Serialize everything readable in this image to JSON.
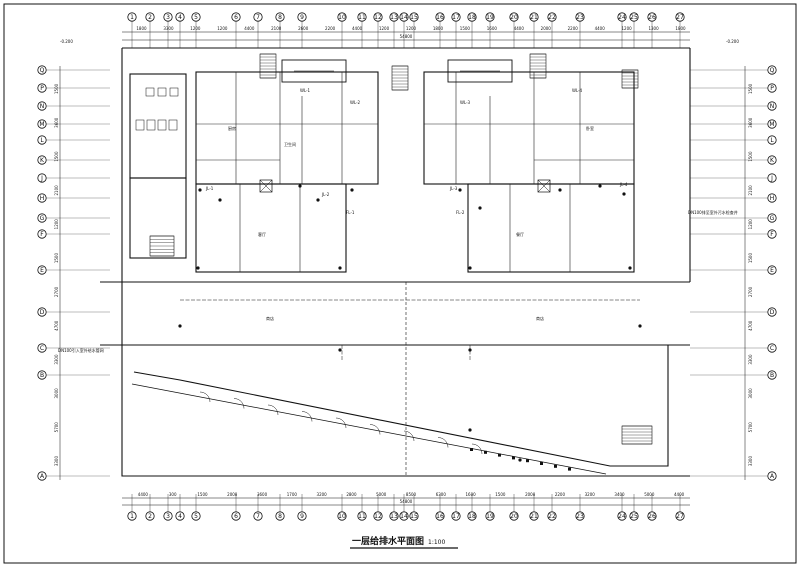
{
  "drawing": {
    "title": "一层给排水平面图",
    "scale": "1:100"
  },
  "axes": {
    "top": [
      "1",
      "2",
      "3",
      "4",
      "5",
      "6",
      "7",
      "8",
      "9",
      "10",
      "11",
      "12",
      "13",
      "14",
      "15",
      "16",
      "17",
      "18",
      "19",
      "20",
      "21",
      "22",
      "23",
      "24",
      "25",
      "26",
      "27"
    ],
    "bottom": [
      "1",
      "2",
      "3",
      "4",
      "5",
      "6",
      "7",
      "8",
      "9",
      "10",
      "11",
      "12",
      "13",
      "14",
      "15",
      "16",
      "17",
      "18",
      "19",
      "20",
      "21",
      "22",
      "23",
      "24",
      "25",
      "26",
      "27"
    ],
    "left": [
      "Q",
      "P",
      "N",
      "M",
      "L",
      "K",
      "J",
      "H",
      "G",
      "F",
      "E",
      "D",
      "C",
      "B",
      "A"
    ],
    "right": [
      "Q",
      "P",
      "N",
      "M",
      "L",
      "K",
      "J",
      "H",
      "G",
      "F",
      "E",
      "D",
      "C",
      "B",
      "A"
    ]
  },
  "dimensions": {
    "top": [
      "1800",
      "3300",
      "1200",
      "1200",
      "4400",
      "2100",
      "2600",
      "2200",
      "4400",
      "1200",
      "1200",
      "1800",
      "1500",
      "1600",
      "4400",
      "2000",
      "2200",
      "4400",
      "1200",
      "1300",
      "1800"
    ],
    "top_total": "54800",
    "bottom": [
      "4400",
      "300",
      "1500",
      "2000",
      "3600",
      "1700",
      "3200",
      "2800",
      "5000",
      "8500",
      "6300",
      "1600",
      "1500",
      "2000",
      "2200",
      "3200",
      "3400",
      "5000",
      "4400"
    ],
    "bottom_total": "54800",
    "left": [
      "1500",
      "3600",
      "1500",
      "2100",
      "1200",
      "1500",
      "2700",
      "4700",
      "3300",
      "3000",
      "5700",
      "3300"
    ],
    "right": [
      "1500",
      "3600",
      "1500",
      "2100",
      "1200",
      "1500",
      "2700",
      "4700",
      "3300",
      "3000",
      "5700",
      "3300"
    ]
  },
  "rooms": [
    {
      "label": "厨房"
    },
    {
      "label": "卫生间"
    },
    {
      "label": "客厅"
    },
    {
      "label": "餐厅"
    },
    {
      "label": "卧室"
    },
    {
      "label": "商店"
    },
    {
      "label": "商店"
    }
  ],
  "pipe_tags": [
    "WL-1",
    "WL-2",
    "WL-3",
    "WL-4",
    "JL-1",
    "JL-2",
    "JL-3",
    "JL-4",
    "FL-1",
    "FL-2"
  ],
  "annotations": {
    "elev_left": "-0.200",
    "elev_right": "-0.200",
    "note_left": "DN100引入室外给水管网",
    "note_right": "DN100排至室外污水检查井"
  }
}
